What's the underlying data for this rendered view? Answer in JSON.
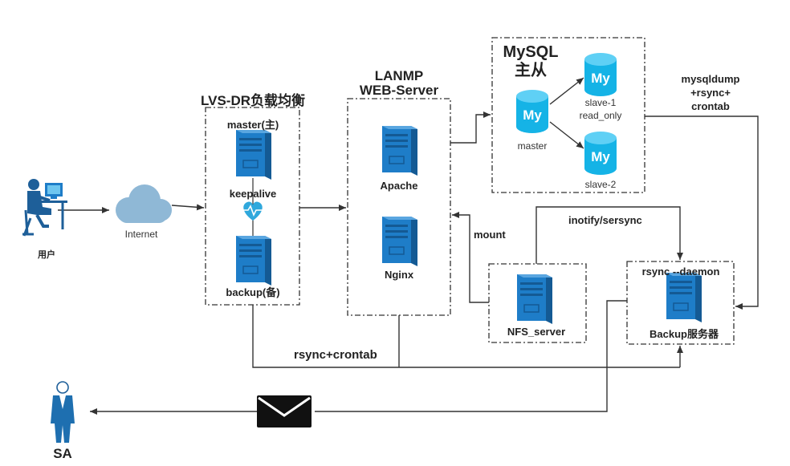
{
  "user": {
    "label": "用户"
  },
  "internet": {
    "label": "Internet"
  },
  "lvs": {
    "title": "LVS-DR负载均衡",
    "master": "master(主)",
    "keepalive": "keepalive",
    "backup": "backup(备)"
  },
  "web": {
    "title_line1": "LANMP",
    "title_line2": "WEB-Server",
    "apache": "Apache",
    "nginx": "Nginx"
  },
  "mysql": {
    "title_line1": "MySQL",
    "title_line2": "主从",
    "master": "master",
    "slave1_line1": "slave-1",
    "slave1_line2": "read_only",
    "slave2": "slave-2",
    "db_logo": "My"
  },
  "mysqldump": {
    "line1": "mysqldump",
    "line2": "+rsync+",
    "line3": "crontab"
  },
  "mount": {
    "label": "mount"
  },
  "inotify": {
    "label": "inotify/sersync"
  },
  "nfs": {
    "label": "NFS_server"
  },
  "backup": {
    "title": "rsync --daemon",
    "label": "Backup服务器"
  },
  "rsync_crontab": {
    "label": "rsync+crontab"
  },
  "sa": {
    "label": "SA"
  },
  "colors": {
    "server_blue": "#1e7dc8",
    "db_cyan": "#15b3e6",
    "cloud": "#8fb8d6",
    "heart": "#2fa8dc",
    "line": "#333333"
  }
}
